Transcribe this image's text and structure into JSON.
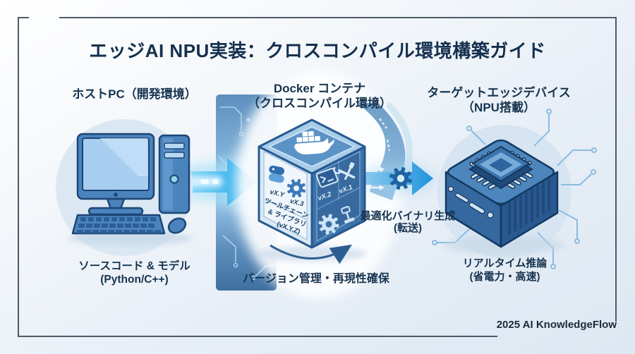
{
  "title": "エッジAI NPU実装：クロスコンパイル環境構築ガイド",
  "footer": {
    "credit": "2025 AI KnowledgeFlow"
  },
  "host": {
    "header": "ホストPC（開発環境）",
    "caption_line1": "ソースコード & モデル",
    "caption_line2": "(Python/C++)"
  },
  "docker": {
    "header_line1": "Docker コンテナ",
    "header_line2": "（クロスコンパイル環境）",
    "caption": "バージョン管理・再現性確保",
    "cube": {
      "python_version": "vX.Y",
      "gear_version": "vX.3",
      "terminal_version": "vX.2",
      "tools_version": "vX.1",
      "toolchain_line1": "ツールチェーン",
      "toolchain_line2": "& ライブラリ",
      "toolchain_line3": "(vX.Y.Z)"
    }
  },
  "transfer": {
    "label_line1": "最適化バイナリ生成",
    "label_line2": "(転送)"
  },
  "device": {
    "header_line1": "ターゲットエッジデバイス",
    "header_line2": "（NPU搭載）",
    "caption_line1": "リアルタイム推論",
    "caption_line2": "(省電力・高速)"
  },
  "icons": {
    "host": "desktop-pc-icon",
    "docker_top": "docker-whale-icon",
    "cube_left": [
      "python-icon",
      "gear-icon"
    ],
    "cube_right": [
      "terminal-icon",
      "crossed-tools-icon",
      "gear-icon",
      "clamp-icon"
    ],
    "transfer": "gear-icon",
    "device": "npu-chip-icon"
  },
  "colors": {
    "frame": "#4e5a66",
    "title_text": "#14304e",
    "label_text": "#16334f",
    "band_blue": "#5d8fbe",
    "trace_light": "#aed7f1",
    "arrow_cyan": "#1aa6ea",
    "cube_face_light": "#d9e9f6",
    "cube_face_dark": "#3d72a8",
    "cube_top": "#a9cde9",
    "device_top": "#4d86bc",
    "device_side": "#2a5890",
    "halo_bg": "#dbe8f4",
    "white": "#ffffff"
  }
}
